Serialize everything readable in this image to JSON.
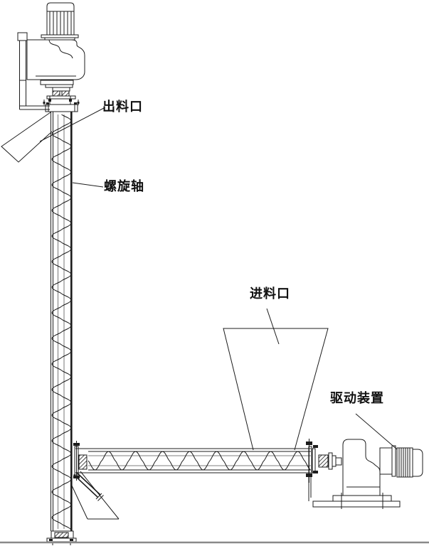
{
  "diagram": {
    "kind": "technical line drawing",
    "description_labels_language": "zh-CN"
  },
  "labels": {
    "outlet": "出料口",
    "screw_shaft": "螺旋轴",
    "inlet": "进料口",
    "drive": "驱动装置"
  },
  "colors": {
    "line": "#1c1c1c",
    "ground_line": "#8a8a8a",
    "background": "#ffffff"
  }
}
